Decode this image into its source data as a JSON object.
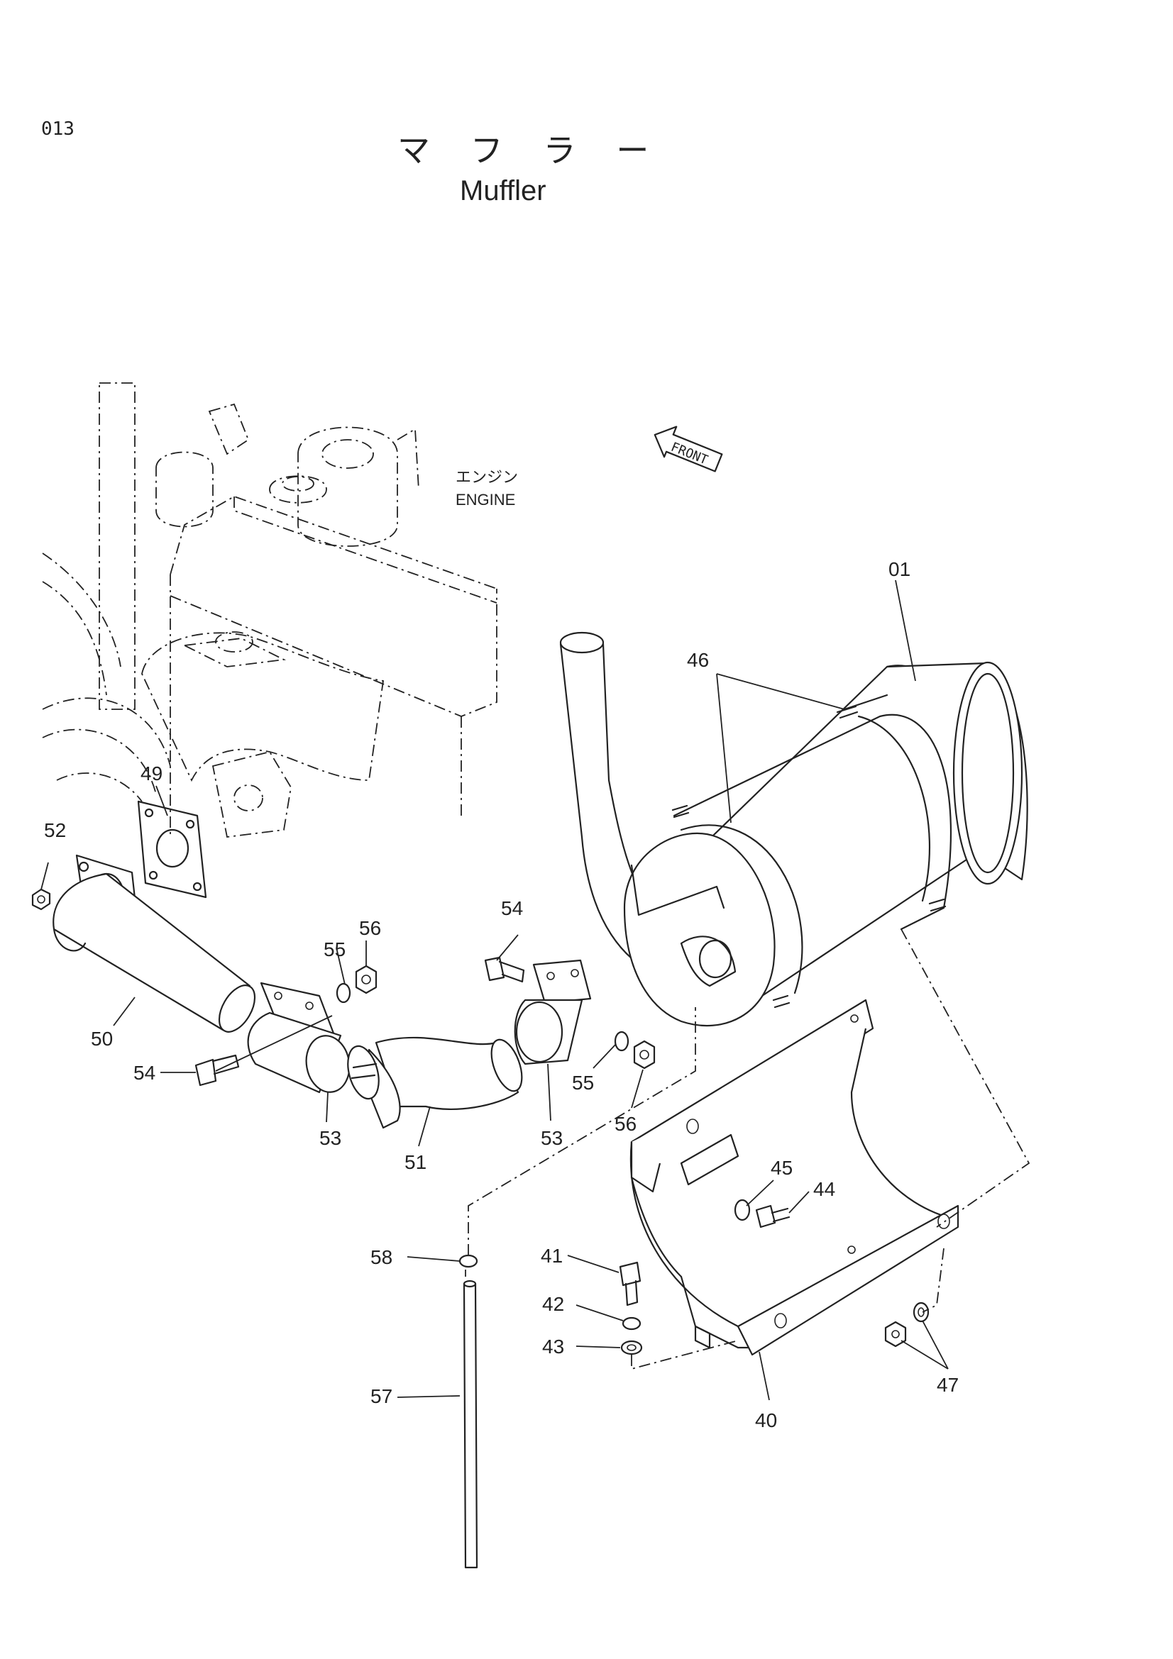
{
  "page": {
    "page_code": "013",
    "title_jp": "マ フ ラ ー",
    "title_en": "Muffler"
  },
  "annotations": {
    "engine_jp": "エンジン",
    "engine_en": "ENGINE",
    "front": "FRONT"
  },
  "callouts": [
    {
      "id": "c01",
      "label": "01"
    },
    {
      "id": "c46",
      "label": "46"
    },
    {
      "id": "c49",
      "label": "49"
    },
    {
      "id": "c52",
      "label": "52"
    },
    {
      "id": "c50",
      "label": "50"
    },
    {
      "id": "c54a",
      "label": "54"
    },
    {
      "id": "c55a",
      "label": "55"
    },
    {
      "id": "c56a",
      "label": "56"
    },
    {
      "id": "c53a",
      "label": "53"
    },
    {
      "id": "c51",
      "label": "51"
    },
    {
      "id": "c54b",
      "label": "54"
    },
    {
      "id": "c53b",
      "label": "53"
    },
    {
      "id": "c55b",
      "label": "55"
    },
    {
      "id": "c56b",
      "label": "56"
    },
    {
      "id": "c45",
      "label": "45"
    },
    {
      "id": "c44",
      "label": "44"
    },
    {
      "id": "c41",
      "label": "41"
    },
    {
      "id": "c42",
      "label": "42"
    },
    {
      "id": "c43",
      "label": "43"
    },
    {
      "id": "c58",
      "label": "58"
    },
    {
      "id": "c57",
      "label": "57"
    },
    {
      "id": "c47",
      "label": "47"
    },
    {
      "id": "c40",
      "label": "40"
    }
  ]
}
